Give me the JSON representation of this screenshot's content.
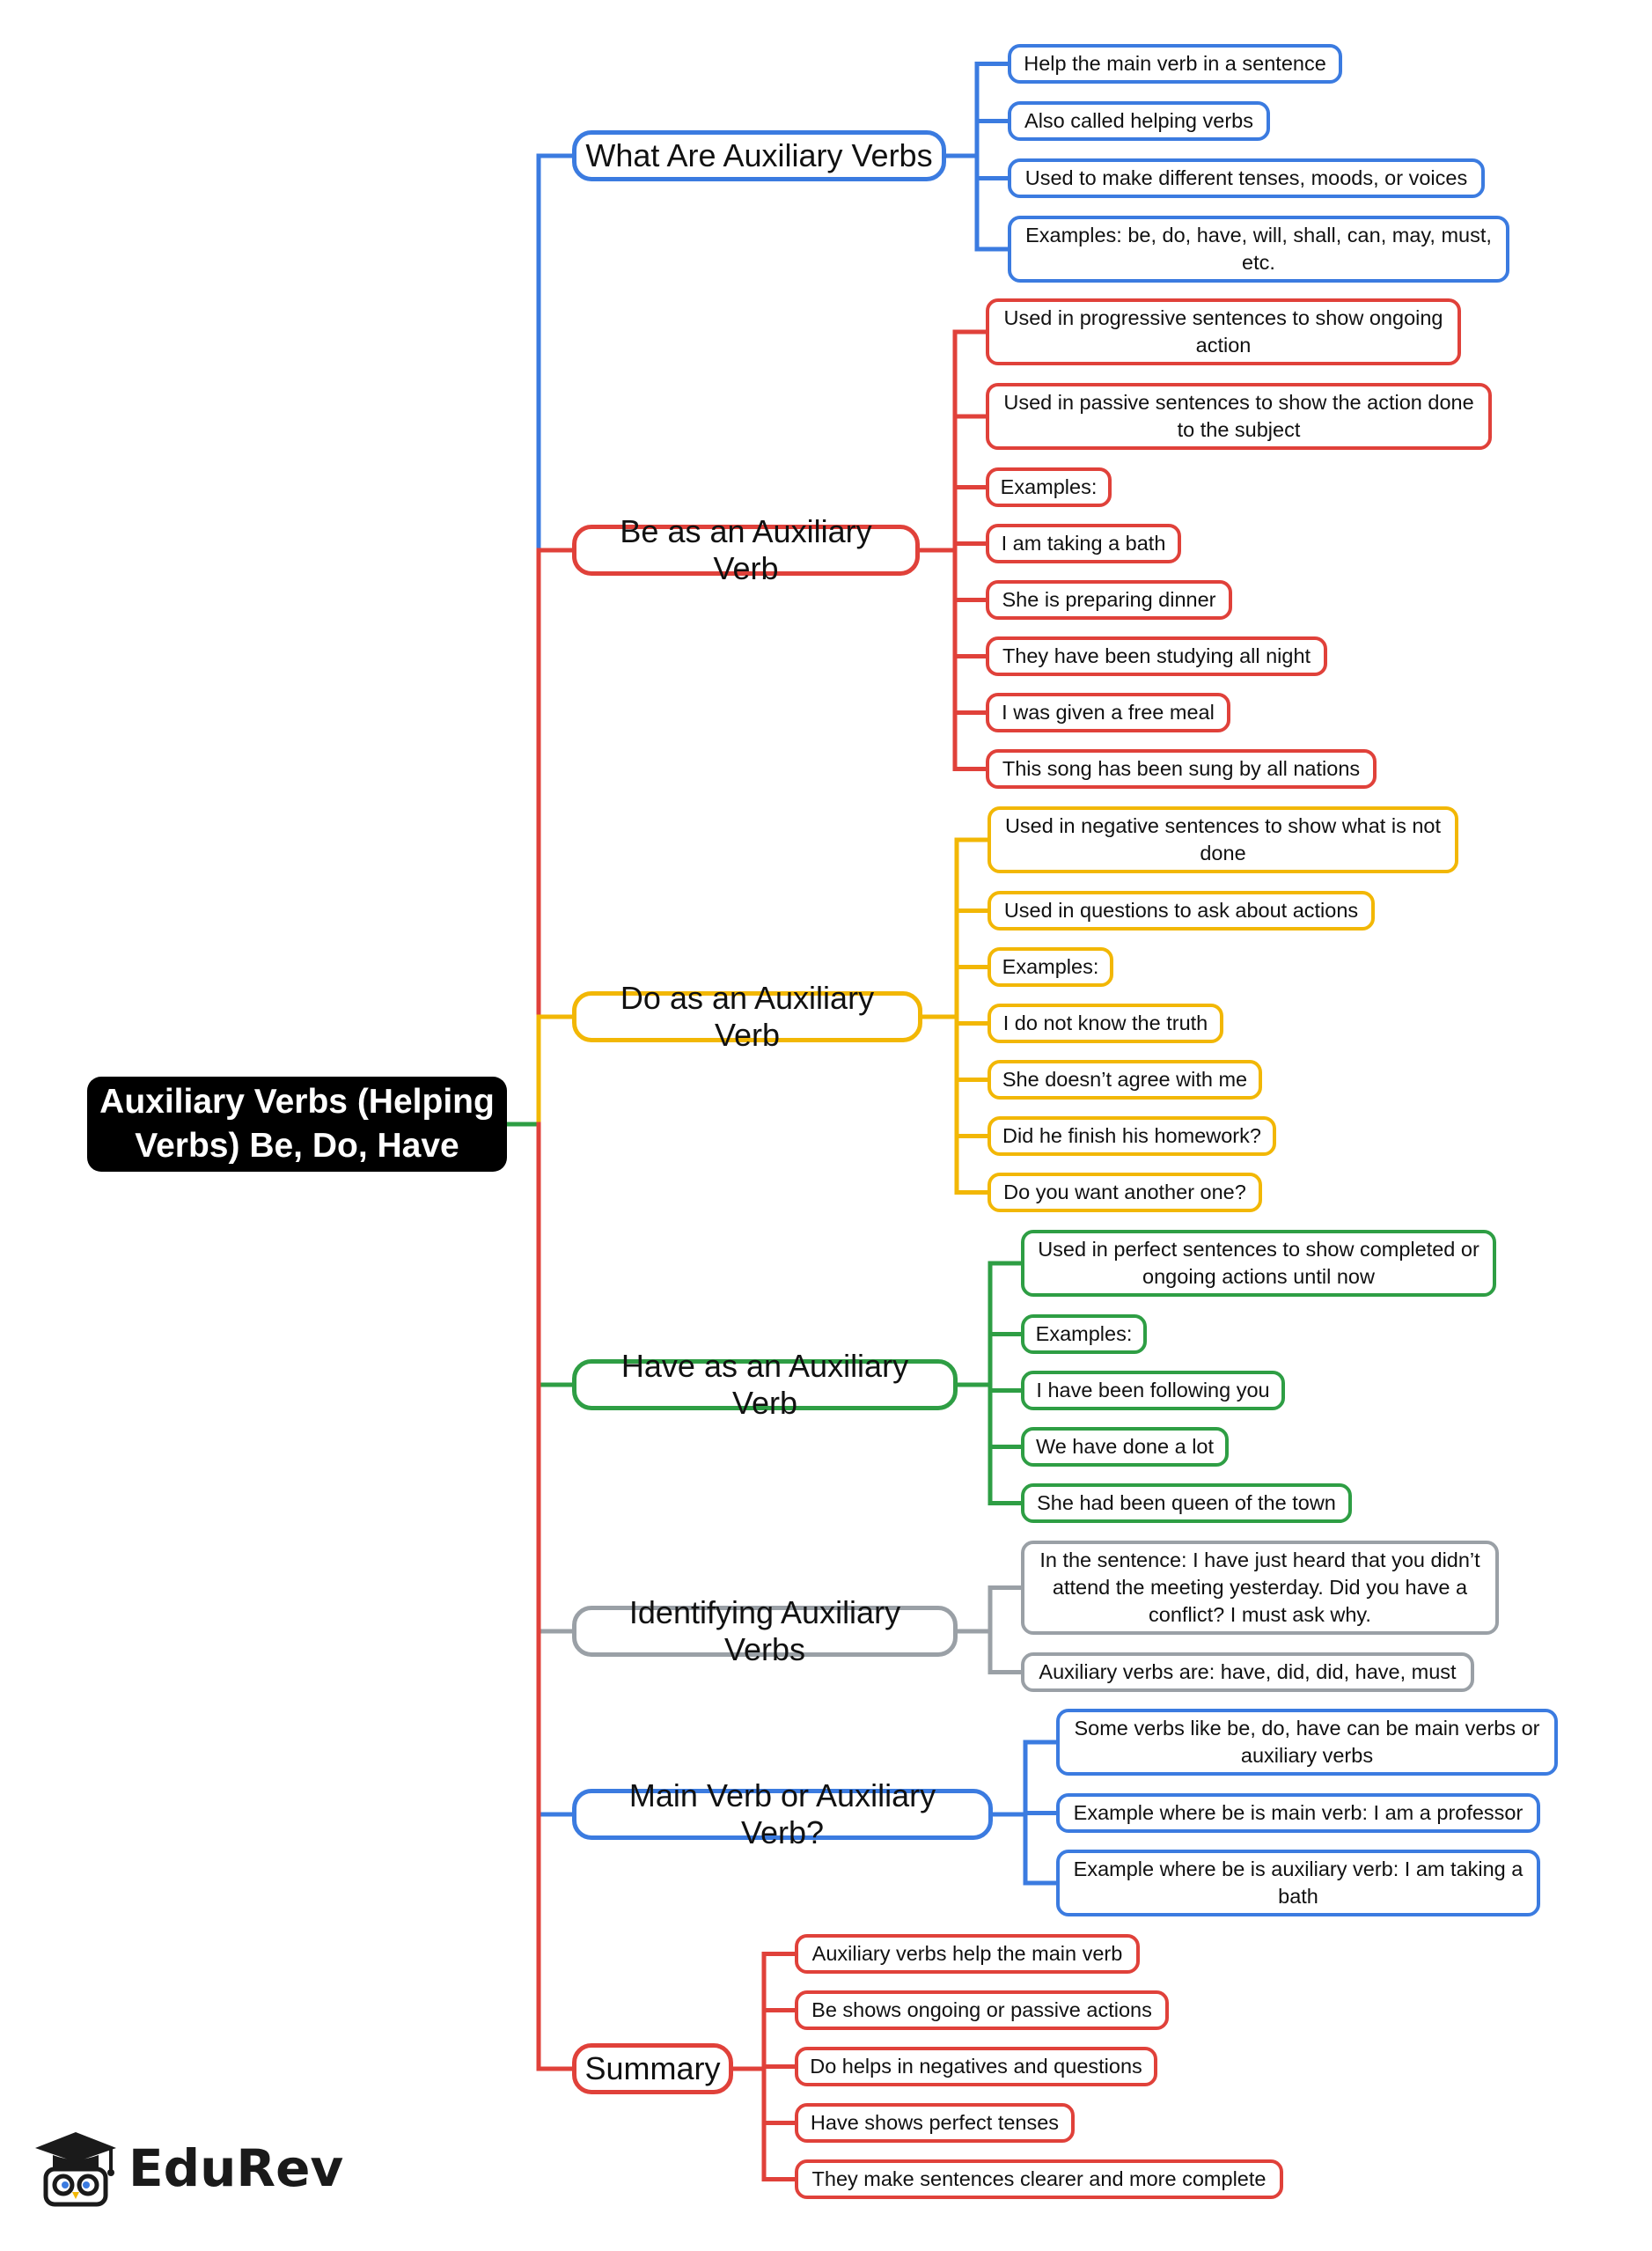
{
  "colors": {
    "blue": "#3b7be0",
    "red": "#e0413a",
    "yellow": "#f2b705",
    "green": "#2e9e44",
    "gray": "#9aa0a6"
  },
  "root": {
    "label": "Auxiliary Verbs (Helping Verbs) Be, Do, Have"
  },
  "branches": [
    {
      "label": "What Are Auxiliary Verbs",
      "color": "blue",
      "children": [
        "Help the main verb in a sentence",
        "Also called helping verbs",
        "Used to make different tenses, moods, or voices",
        "Examples: be, do, have, will, shall, can, may, must, etc."
      ]
    },
    {
      "label": "Be as an Auxiliary Verb",
      "color": "red",
      "children": [
        "Used in progressive sentences to show ongoing action",
        "Used in passive sentences to show the action done to the subject",
        "Examples:",
        "I am taking a bath",
        "She is preparing dinner",
        "They have been studying all night",
        "I was given a free meal",
        "This song has been sung by all nations"
      ]
    },
    {
      "label": "Do as an Auxiliary Verb",
      "color": "yellow",
      "children": [
        "Used in negative sentences to show what is not done",
        "Used in questions to ask about actions",
        "Examples:",
        "I do not know the truth",
        "She doesn’t agree with me",
        "Did he finish his homework?",
        "Do you want another one?"
      ]
    },
    {
      "label": "Have as an Auxiliary Verb",
      "color": "green",
      "children": [
        "Used in perfect sentences to show completed or ongoing actions until now",
        "Examples:",
        "I have been following you",
        "We have done a lot",
        "She had been queen of the town"
      ]
    },
    {
      "label": "Identifying Auxiliary Verbs",
      "color": "gray",
      "children": [
        "In the sentence: I have just heard that you didn’t attend the meeting yesterday. Did you have a conflict? I must ask why.",
        "Auxiliary verbs are: have, did, did, have, must"
      ]
    },
    {
      "label": "Main Verb or Auxiliary Verb?",
      "color": "blue",
      "children": [
        "Some verbs like be, do, have can be main verbs or auxiliary verbs",
        "Example where be is main verb: I am a professor",
        "Example where be is auxiliary verb: I am taking a bath"
      ]
    },
    {
      "label": "Summary",
      "color": "red",
      "children": [
        "Auxiliary verbs help the main verb",
        "Be shows ongoing or passive actions",
        "Do helps in negatives and questions",
        "Have shows perfect tenses",
        "They make sentences clearer and more complete"
      ]
    }
  ],
  "logo": {
    "text": "EduRev",
    "icon": "graduate-owl-icon"
  }
}
